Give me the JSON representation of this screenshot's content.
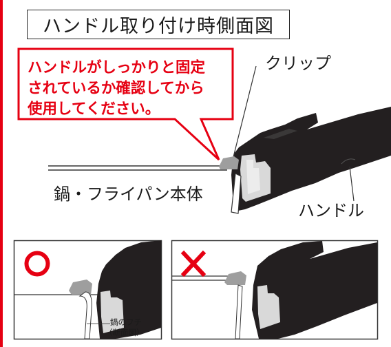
{
  "title": "ハンドル取り付け時側面図",
  "callout": {
    "lines": [
      "ハンドルがしっかりと固定",
      "されているか確認してから",
      "使用してください。"
    ]
  },
  "labels": {
    "clip": "クリップ",
    "pan_body": "鍋・フライパン本体",
    "handle": "ハンドル",
    "rim": [
      "鍋のフチ",
      "（断面図）"
    ]
  },
  "examples": {
    "good_icon": "circle-mark-icon",
    "bad_icon": "cross-mark-icon"
  },
  "colors": {
    "accent_red": "#e60012",
    "handle_black": "#231f20",
    "clip_gray": "#9e9e9e",
    "inner_gray": "#d9d9d9"
  }
}
